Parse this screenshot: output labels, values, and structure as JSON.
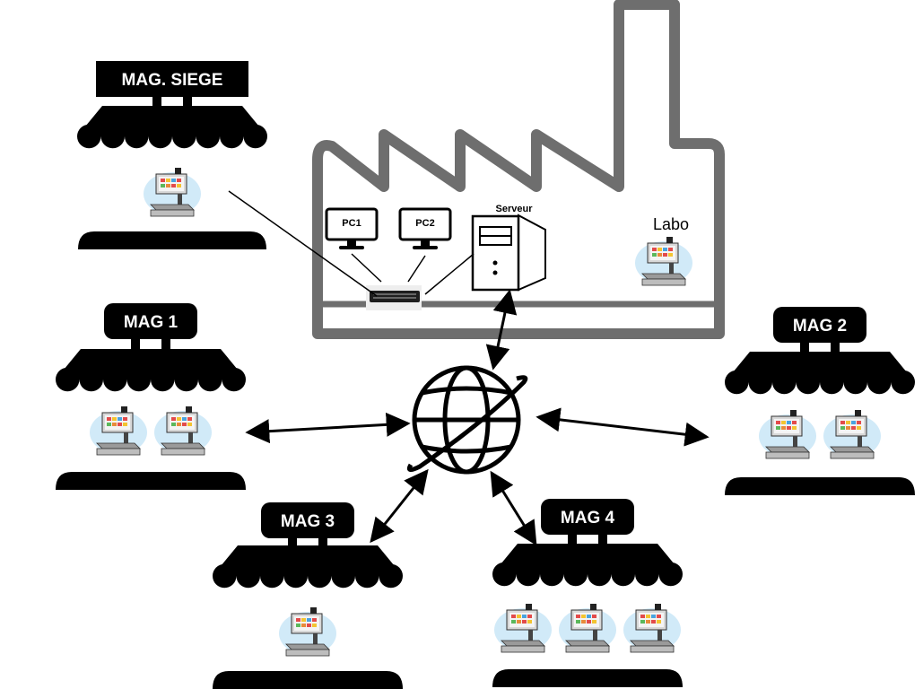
{
  "factory": {
    "pc1_label": "PC1",
    "pc2_label": "PC2",
    "server_label": "Serveur",
    "lab_label": "Labo"
  },
  "stores": [
    {
      "name": "MAG. SIEGE",
      "terminals": 1
    },
    {
      "name": "MAG 1",
      "terminals": 2
    },
    {
      "name": "MAG 2",
      "terminals": 2
    },
    {
      "name": "MAG 3",
      "terminals": 1
    },
    {
      "name": "MAG 4",
      "terminals": 3
    }
  ],
  "network": {
    "icon": "globe-icon"
  },
  "colors": {
    "ink": "#000000",
    "building": "#6e6e6e",
    "terminal_glow": "#bfe0f5"
  }
}
